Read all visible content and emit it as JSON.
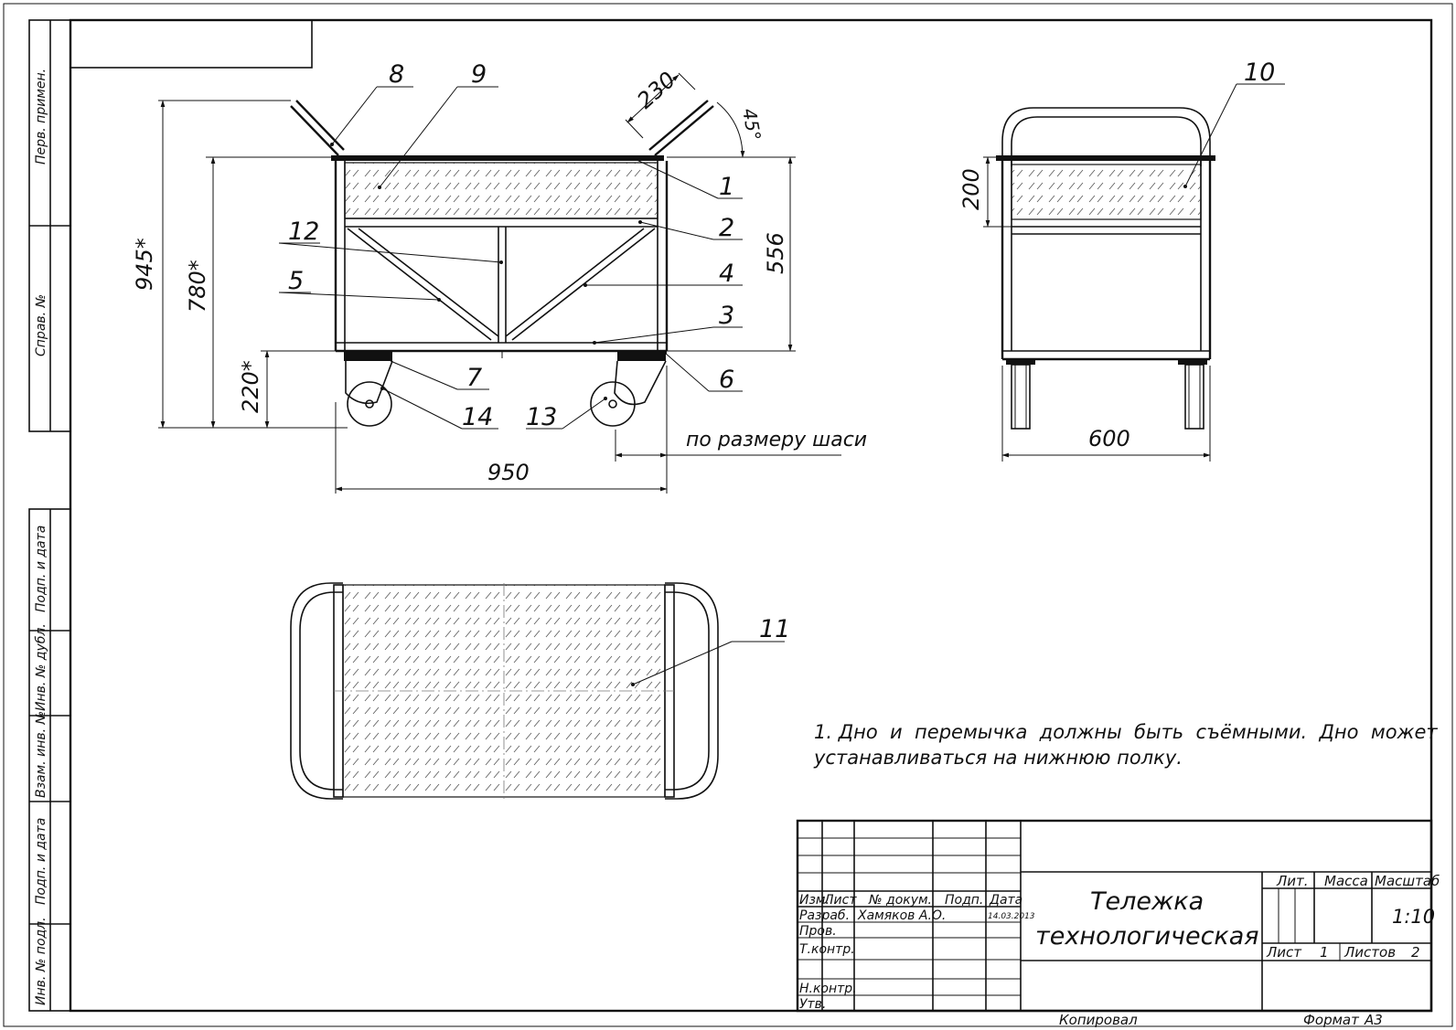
{
  "side_stamp": {
    "perv_primen": "Перв. примен.",
    "sprav_no": "Справ. №",
    "podp_data_1": "Подп. и дата",
    "inv_dubl": "Инв. № дубл.",
    "vzam_inv": "Взам. инв. №",
    "podp_data_2": "Подп. и дата",
    "inv_podl": "Инв. № подл."
  },
  "front_view": {
    "callouts": [
      "8",
      "9",
      "1",
      "2",
      "12",
      "5",
      "4",
      "3",
      "7",
      "14",
      "13",
      "6"
    ],
    "dimensions": {
      "d945": "945*",
      "d780": "780*",
      "d220": "220*",
      "d556": "556",
      "d230": "230",
      "angle": "45°",
      "d950": "950",
      "chassis_note": "по размеру шаси"
    }
  },
  "side_view": {
    "callout": "10",
    "dimensions": {
      "d200": "200",
      "d600": "600"
    }
  },
  "top_view": {
    "callout": "11"
  },
  "notes": {
    "line1": "1. Дно  и  перемычка  должны  быть  съёмными.  Дно  может",
    "line2": "устанавливаться на нижнюю полку."
  },
  "title_block": {
    "headers": {
      "izm": "Изм.",
      "list": "Лист",
      "doc_no": "№ докум.",
      "podp": "Подп.",
      "data": "Дата"
    },
    "rows": {
      "razrab": "Разраб.",
      "razrab_name": "Хамяков А.О.",
      "razrab_date": "14.03.2013",
      "prov": "Пров.",
      "t_kontr": "Т.контр.",
      "n_kontr": "Н.контр.",
      "utv": "Утв."
    },
    "title_line1": "Тележка",
    "title_line2": "технологическая",
    "lit": "Лит.",
    "massa": "Масса",
    "masshtab": "Масштаб",
    "scale_value": "1:10",
    "sheet_label": "Лист",
    "sheet_no": "1",
    "sheets_label": "Листов",
    "sheets_total": "2",
    "kopiroval": "Копировал",
    "format_label": "Формат",
    "format_value": "А3"
  }
}
